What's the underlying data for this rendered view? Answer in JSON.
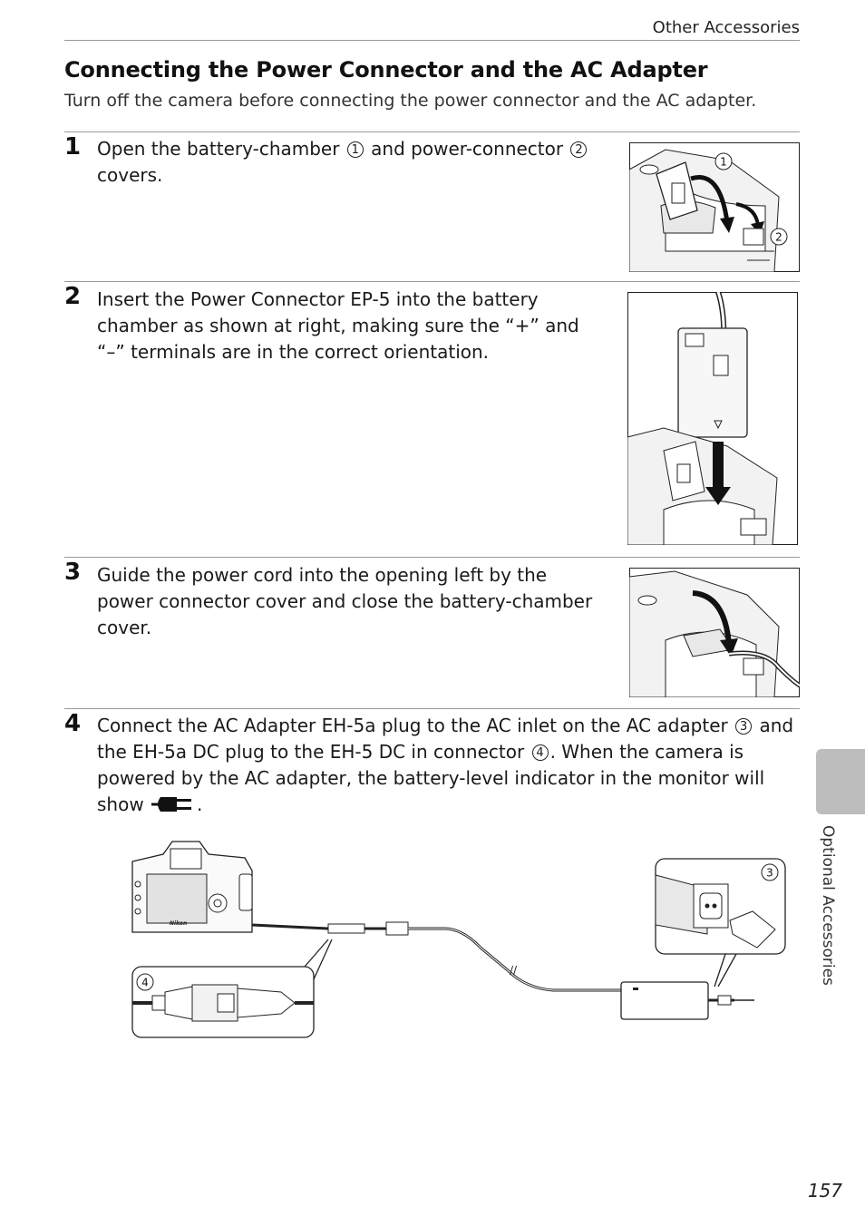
{
  "header": {
    "running_title": "Other Accessories"
  },
  "section": {
    "title": "Connecting the Power Connector and the AC Adapter",
    "intro": "Turn off the camera before connecting the power connector and the AC adapter."
  },
  "steps": [
    {
      "number": "1",
      "parts": [
        "Open the battery-chamber ",
        " and power-connector ",
        "covers."
      ],
      "markers": [
        "1",
        "2"
      ]
    },
    {
      "number": "2",
      "text": "Insert the Power Connector EP-5 into the battery chamber as shown at right, making sure the “+” and “–” terminals are in the correct orientation."
    },
    {
      "number": "3",
      "text": "Guide the power cord into the opening left by the power connector cover and close the battery-chamber cover."
    },
    {
      "number": "4",
      "parts": [
        "Connect the AC Adapter EH-5a plug to the AC inlet on the AC adapter ",
        " and the EH-5a DC plug to the EH-5 DC in connector ",
        ". When the camera is powered by the AC adapter, the battery-level indicator in the monitor will show ",
        "."
      ],
      "markers": [
        "3",
        "4"
      ]
    }
  ],
  "figures": {
    "fig1_callouts": [
      "1",
      "2"
    ],
    "fig4_callouts": [
      "3",
      "4"
    ],
    "camera_brand": "Nikon"
  },
  "icons": {
    "ac_power": "ac-power-plug-icon"
  },
  "sidebar": {
    "section_label": "Optional Accessories"
  },
  "footer": {
    "page_number": "157"
  },
  "colors": {
    "rule": "#9a9a9a",
    "tab": "#bdbdbd",
    "text": "#1a1a1a"
  }
}
